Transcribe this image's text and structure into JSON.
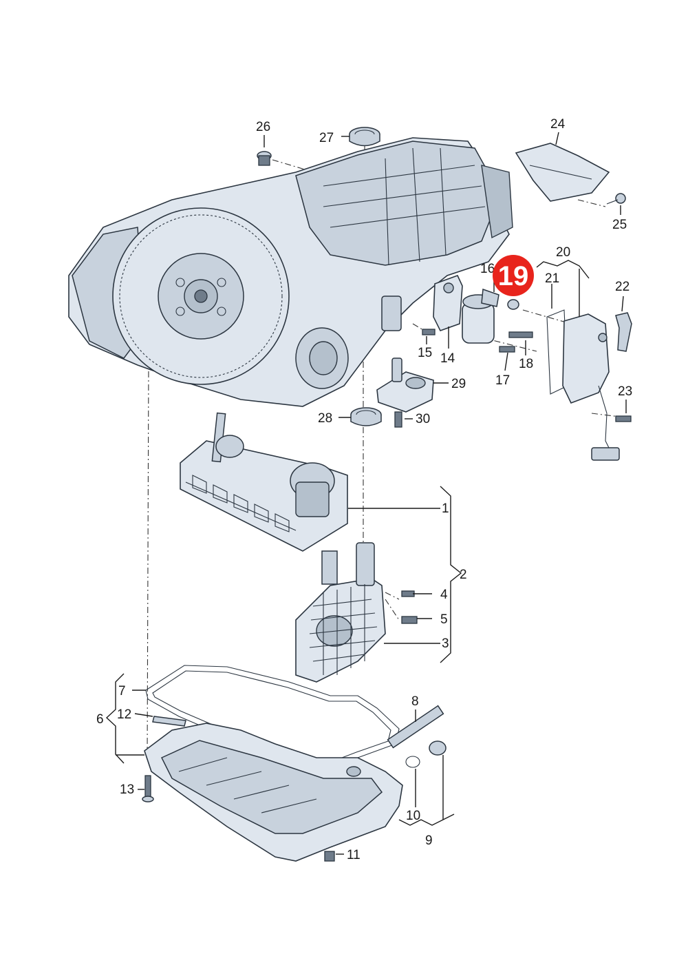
{
  "highlight": {
    "label": "19",
    "color": "#e8241c"
  },
  "callouts": {
    "c1": "1",
    "c2": "2",
    "c3": "3",
    "c4": "4",
    "c5": "5",
    "c6": "6",
    "c7": "7",
    "c8": "8",
    "c9": "9",
    "c10": "10",
    "c11": "11",
    "c12": "12",
    "c13": "13",
    "c14": "14",
    "c15": "15",
    "c16": "16",
    "c17": "17",
    "c18": "18",
    "c20": "20",
    "c21": "21",
    "c22": "22",
    "c23": "23",
    "c24": "24",
    "c25": "25",
    "c26": "26",
    "c27": "27",
    "c28": "28",
    "c29": "29",
    "c30": "30"
  },
  "colors": {
    "part_fill": "#dfe6ee",
    "outline": "#2b3540",
    "text": "#1a1a1a"
  }
}
